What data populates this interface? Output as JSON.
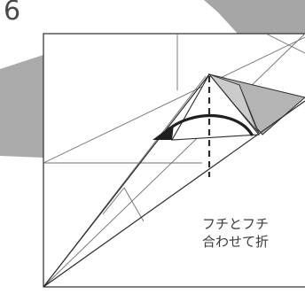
{
  "step": {
    "number": "6"
  },
  "instruction": {
    "line1": "フチとフチ",
    "line2": "合わせて折"
  },
  "colors": {
    "background_swoosh": "#a9a9a9",
    "paper": "#ffffff",
    "flap_shade": "#b4b4b4",
    "flap_shade_light": "#c6c6c6",
    "line": "#2b2b2b",
    "crease": "#7a7a7a"
  },
  "arrow": {
    "type": "fold-over",
    "direction": "left"
  }
}
